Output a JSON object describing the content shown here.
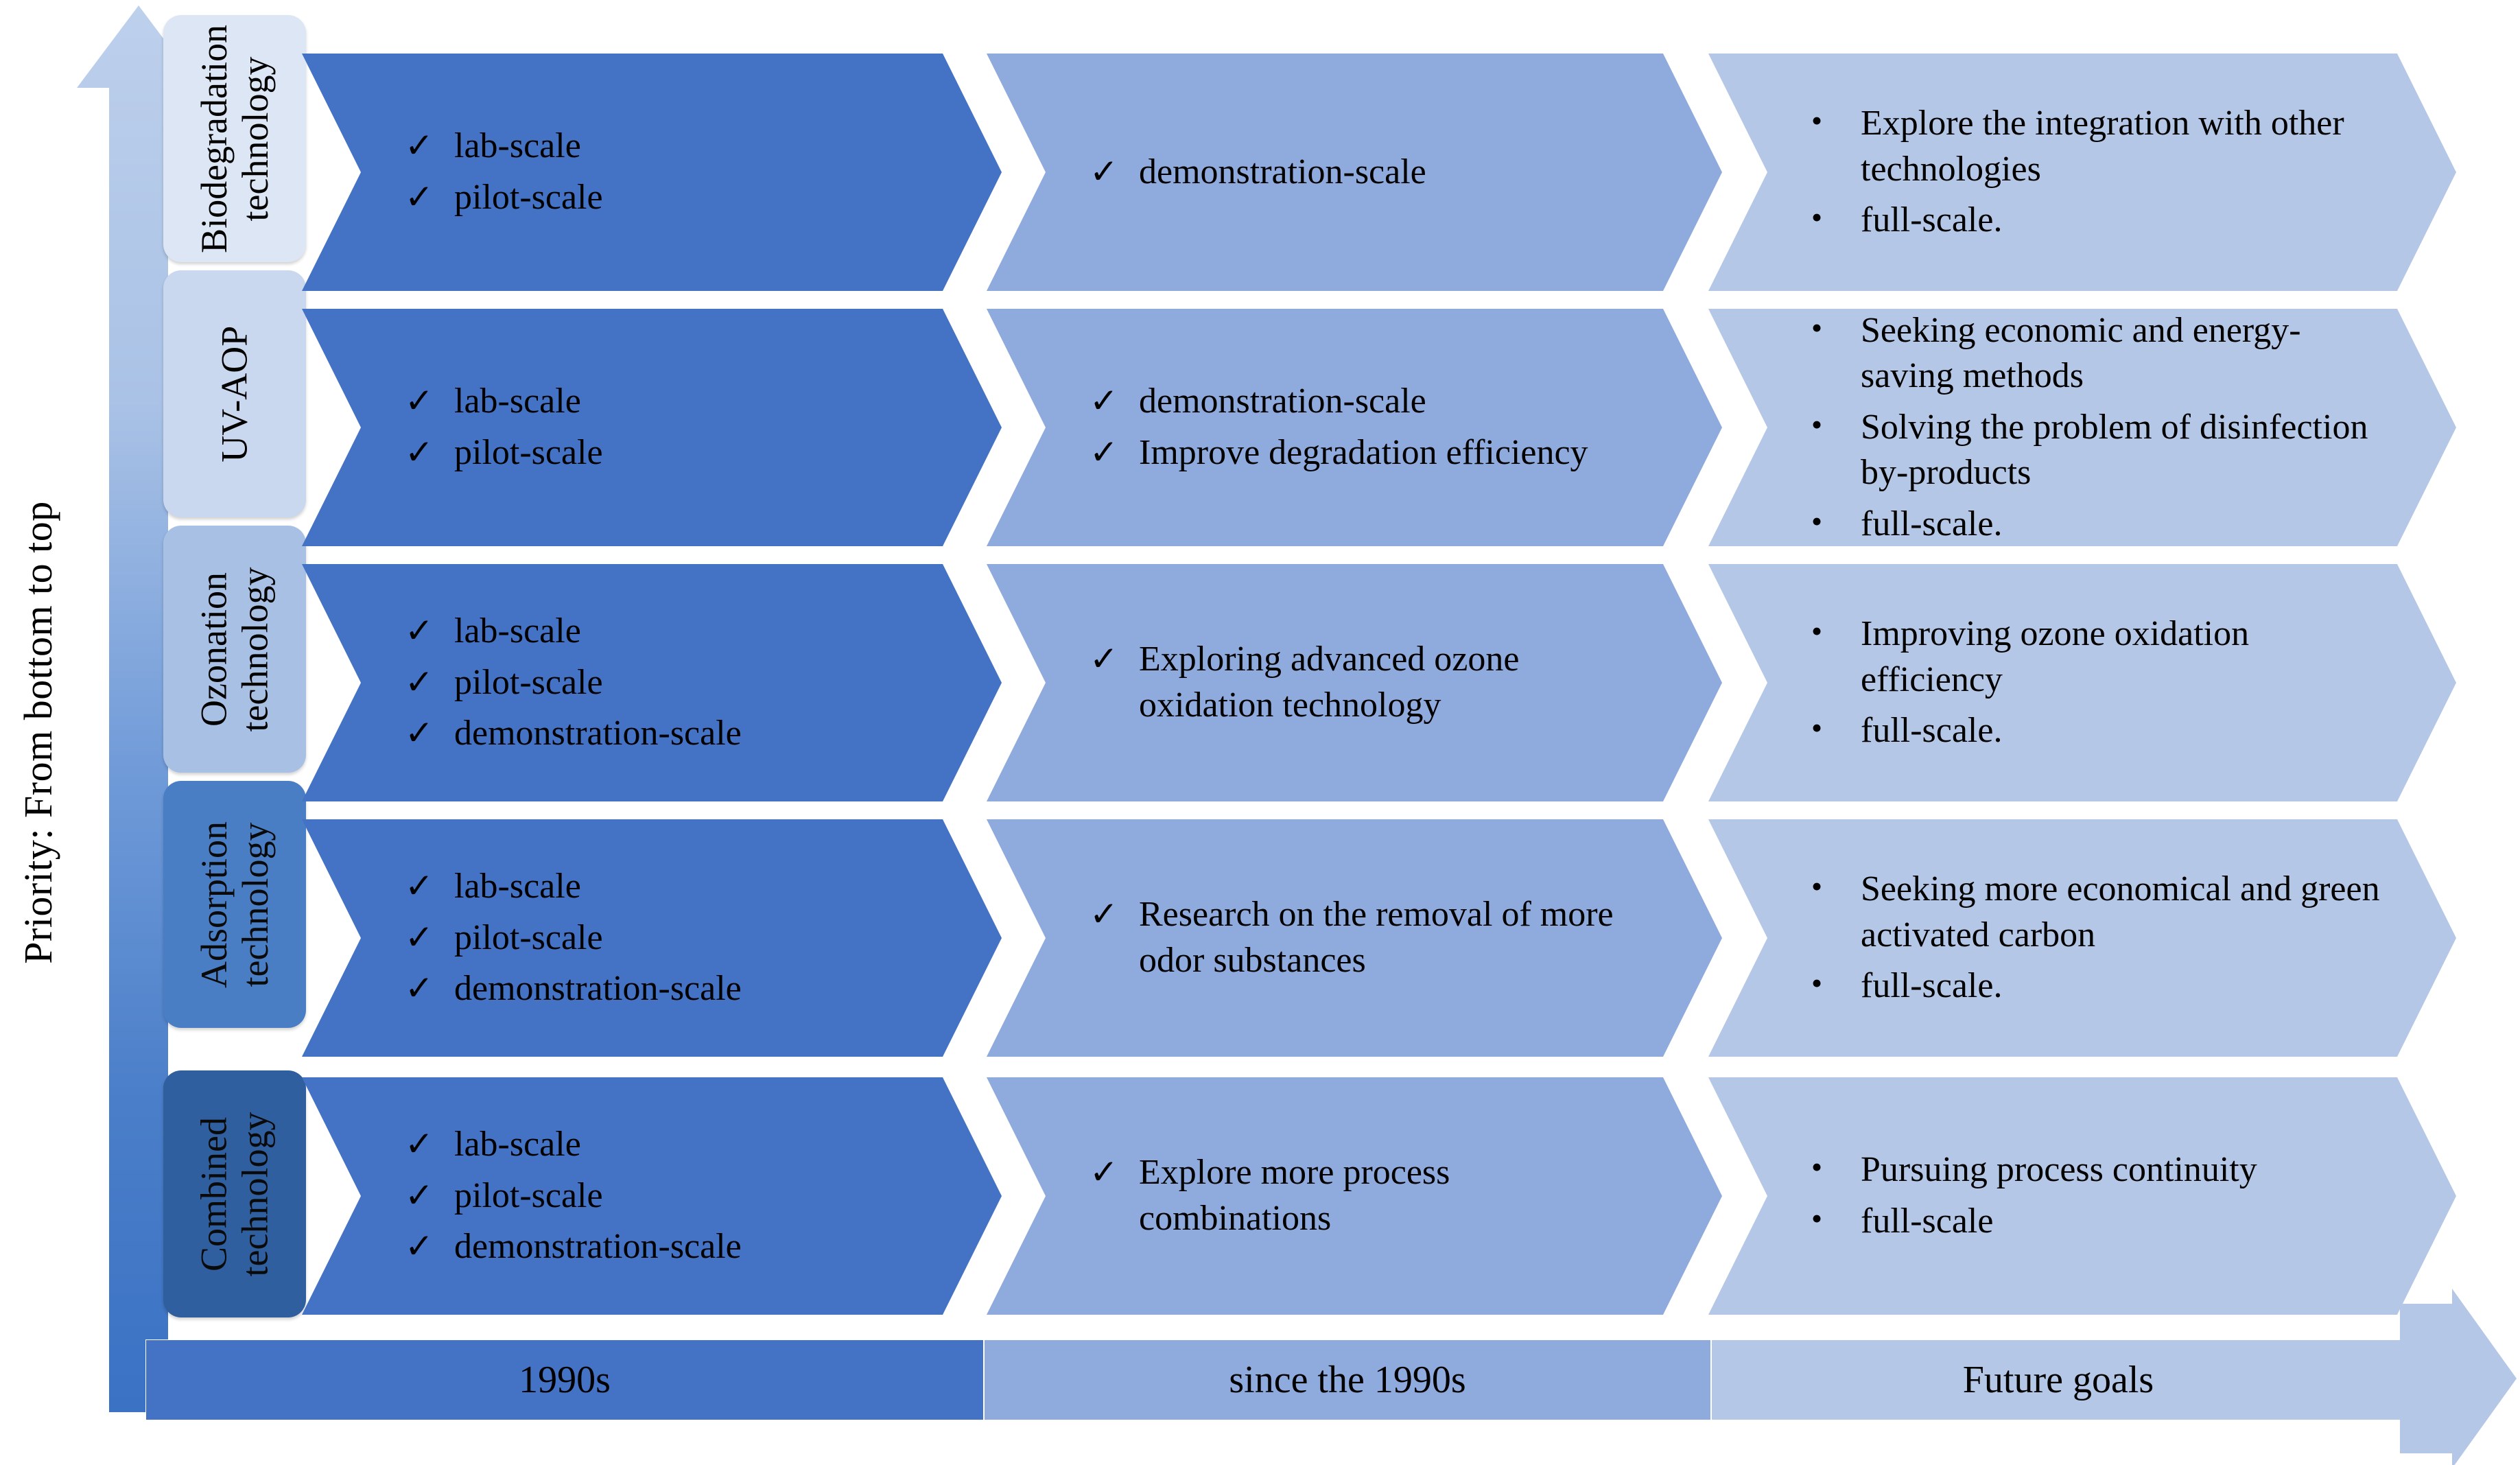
{
  "diagram": {
    "priority_axis": {
      "label": "Priority: From bottom to top",
      "arrow_icon": "up-arrow-icon",
      "gradient_top": "#b9cce9",
      "gradient_bottom": "#3b72c4"
    },
    "stage_colors": {
      "stage1": "#4472c4",
      "stage2": "#8faadc",
      "stage3": "#b4c7e7"
    },
    "rows": [
      {
        "label": "Biodegradation technology",
        "label_color": "#dce6f5",
        "cells": [
          {
            "marker": "check",
            "items": [
              "lab-scale",
              "pilot-scale"
            ]
          },
          {
            "marker": "check",
            "items": [
              "demonstration-scale"
            ]
          },
          {
            "marker": "dot",
            "items": [
              "Explore the integration with other technologies",
              "full-scale."
            ]
          }
        ]
      },
      {
        "label": "UV-AOP",
        "label_color": "#c9d8ef",
        "cells": [
          {
            "marker": "check",
            "items": [
              "lab-scale",
              "pilot-scale"
            ]
          },
          {
            "marker": "check",
            "items": [
              "demonstration-scale",
              "Improve degradation efficiency"
            ]
          },
          {
            "marker": "dot",
            "items": [
              "Seeking economic and energy-saving methods",
              "Solving the problem of disinfection by-products",
              "full-scale."
            ]
          }
        ]
      },
      {
        "label": "Ozonation technology",
        "label_color": "#a7c0e4",
        "cells": [
          {
            "marker": "check",
            "items": [
              "lab-scale",
              "pilot-scale",
              "demonstration-scale"
            ]
          },
          {
            "marker": "check",
            "items": [
              "Exploring advanced ozone oxidation technology"
            ]
          },
          {
            "marker": "dot",
            "items": [
              "Improving ozone oxidation efficiency",
              "full-scale."
            ]
          }
        ]
      },
      {
        "label": "Adsorption technology",
        "label_color": "#4a7ec4",
        "cells": [
          {
            "marker": "check",
            "items": [
              "lab-scale",
              "pilot-scale",
              "demonstration-scale"
            ]
          },
          {
            "marker": "check",
            "items": [
              "Research on the removal of more odor substances"
            ]
          },
          {
            "marker": "dot",
            "items": [
              "Seeking more economical and green activated carbon",
              "full-scale."
            ]
          }
        ]
      },
      {
        "label": "Combined technology",
        "label_color": "#2f5f9e",
        "cells": [
          {
            "marker": "check",
            "items": [
              "lab-scale",
              "pilot-scale",
              "demonstration-scale"
            ]
          },
          {
            "marker": "check",
            "items": [
              "Explore more process combinations"
            ]
          },
          {
            "marker": "dot",
            "items": [
              "Pursuing process continuity",
              "full-scale"
            ]
          }
        ]
      }
    ],
    "timeline": {
      "segments": [
        {
          "label": "1990s",
          "color": "#4472c4"
        },
        {
          "label": "since the 1990s",
          "color": "#8faadc"
        },
        {
          "label": "Future goals",
          "color": "#b4c7e7"
        }
      ],
      "arrow_icon": "right-arrow-icon"
    }
  }
}
